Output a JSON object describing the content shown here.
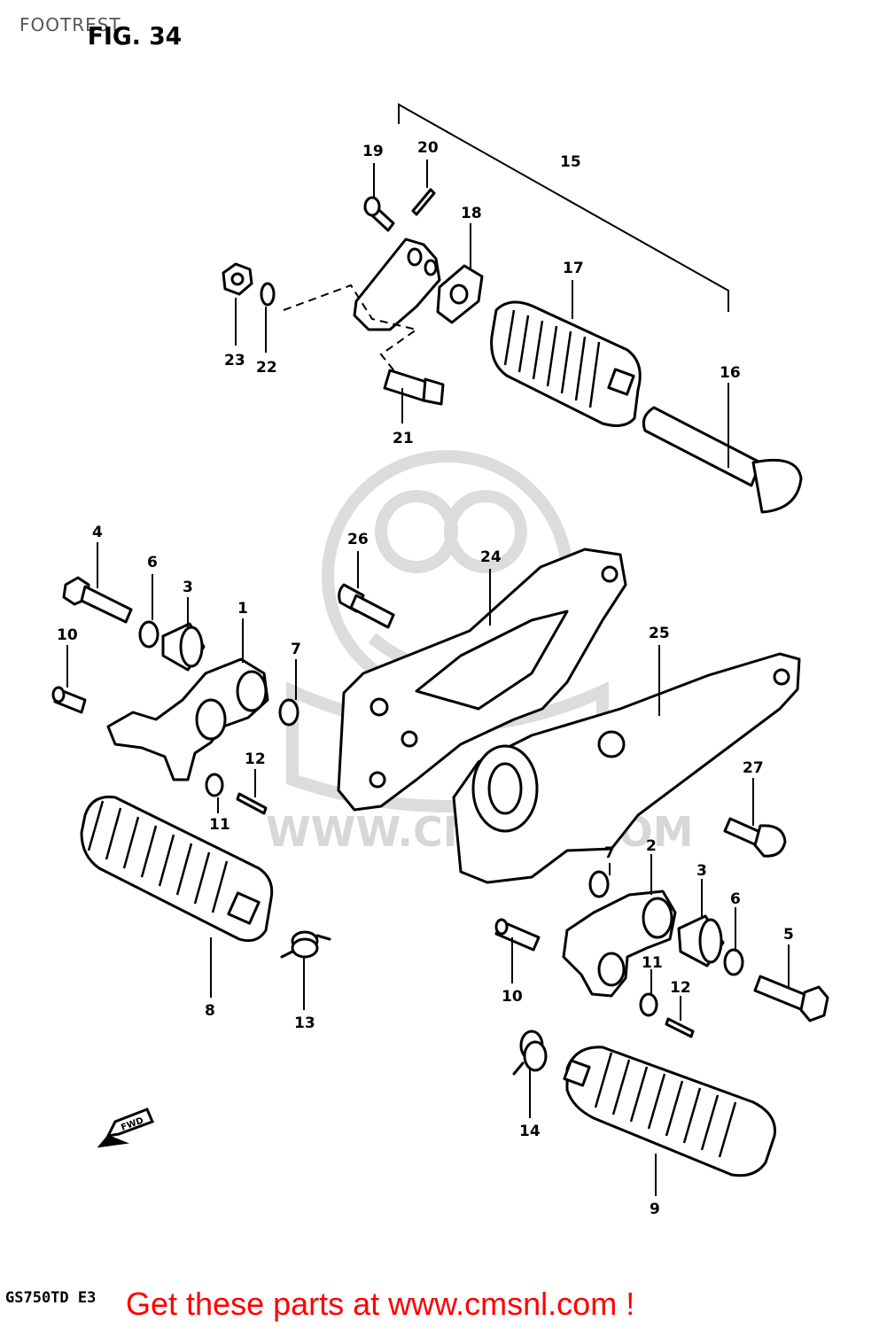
{
  "page_label": "FOOTREST",
  "figure_title": "FIG. 34",
  "model_code": "GS750TD  E3",
  "call_to_action": "Get these parts at www.cmsnl.com !",
  "watermark_text": "WWW.CMSNL.COM",
  "direction_label": "FWD",
  "callouts": [
    {
      "id": "c19",
      "label": "19"
    },
    {
      "id": "c20",
      "label": "20"
    },
    {
      "id": "c15",
      "label": "15"
    },
    {
      "id": "c18",
      "label": "18"
    },
    {
      "id": "c17",
      "label": "17"
    },
    {
      "id": "c23",
      "label": "23"
    },
    {
      "id": "c22",
      "label": "22"
    },
    {
      "id": "c21",
      "label": "21"
    },
    {
      "id": "c16",
      "label": "16"
    },
    {
      "id": "c4",
      "label": "4"
    },
    {
      "id": "c6a",
      "label": "6"
    },
    {
      "id": "c3a",
      "label": "3"
    },
    {
      "id": "c1",
      "label": "1"
    },
    {
      "id": "c10a",
      "label": "10"
    },
    {
      "id": "c26",
      "label": "26"
    },
    {
      "id": "c24",
      "label": "24"
    },
    {
      "id": "c25",
      "label": "25"
    },
    {
      "id": "c7a",
      "label": "7"
    },
    {
      "id": "c12a",
      "label": "12"
    },
    {
      "id": "c11a",
      "label": "11"
    },
    {
      "id": "c27",
      "label": "27"
    },
    {
      "id": "c7b",
      "label": "7"
    },
    {
      "id": "c2",
      "label": "2"
    },
    {
      "id": "c3b",
      "label": "3"
    },
    {
      "id": "c6b",
      "label": "6"
    },
    {
      "id": "c5",
      "label": "5"
    },
    {
      "id": "c8",
      "label": "8"
    },
    {
      "id": "c13",
      "label": "13"
    },
    {
      "id": "c10b",
      "label": "10"
    },
    {
      "id": "c11b",
      "label": "11"
    },
    {
      "id": "c12b",
      "label": "12"
    },
    {
      "id": "c14",
      "label": "14"
    },
    {
      "id": "c9",
      "label": "9"
    }
  ],
  "colors": {
    "background": "#ffffff",
    "line_art": "#000000",
    "watermark": "#d9d9d9",
    "call_to_action": "#ff0000",
    "page_label": "#555555"
  }
}
